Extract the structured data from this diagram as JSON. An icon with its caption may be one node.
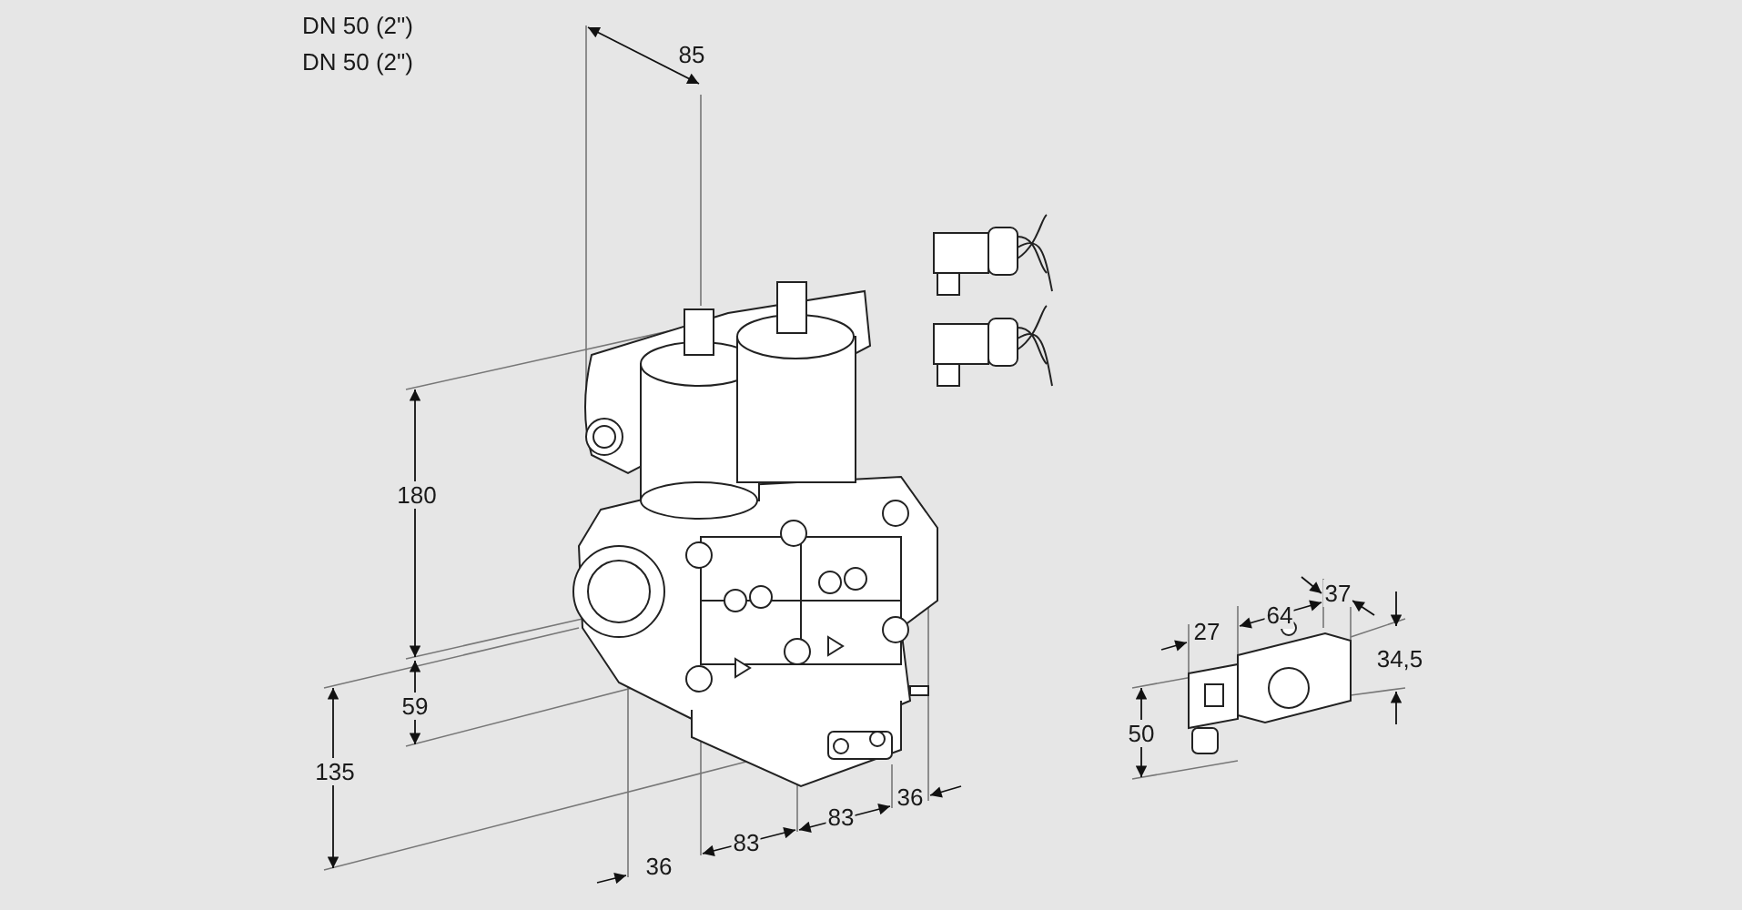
{
  "diagram": {
    "labels": [
      "DN 50 (2\")",
      "DN 50 (2\")",
      "85",
      "180",
      "59",
      "135",
      "36",
      "83",
      "83",
      "36",
      "27",
      "64",
      "37",
      "34,5",
      "50"
    ]
  }
}
